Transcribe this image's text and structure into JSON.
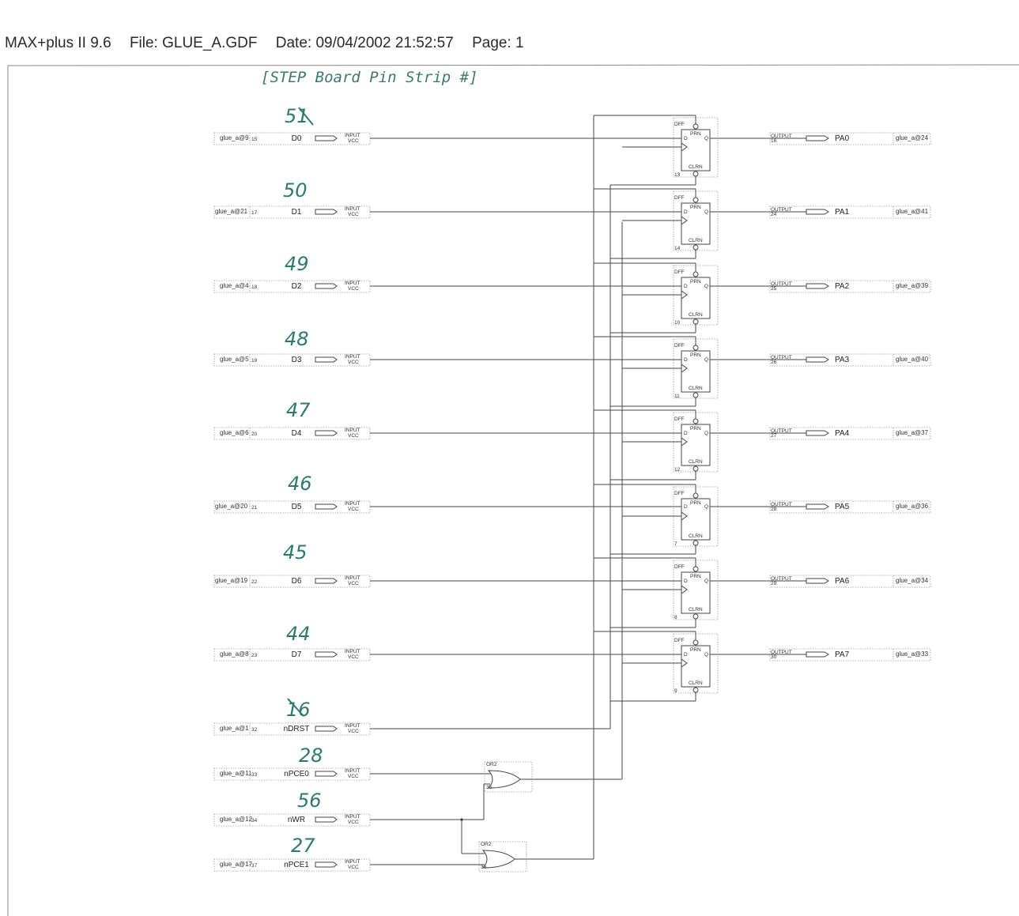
{
  "header": {
    "app": "MAX+plus II 9.6",
    "file": "File: GLUE_A.GDF",
    "date": "Date: 09/04/2002 21:52:57",
    "page": "Page: 1"
  },
  "handwritten_title": "[STEP Board Pin Strip #]",
  "inputs": [
    {
      "pin_label": "glue_a@9",
      "pin_num": "15",
      "name": "D0",
      "annot": "51"
    },
    {
      "pin_label": "glue_a@21",
      "pin_num": "17",
      "name": "D1",
      "annot": "50"
    },
    {
      "pin_label": "glue_a@4",
      "pin_num": "18",
      "name": "D2",
      "annot": "49"
    },
    {
      "pin_label": "glue_a@5",
      "pin_num": "19",
      "name": "D3",
      "annot": "48"
    },
    {
      "pin_label": "glue_a@6",
      "pin_num": "20",
      "name": "D4",
      "annot": "47"
    },
    {
      "pin_label": "glue_a@20",
      "pin_num": "21",
      "name": "D5",
      "annot": "46"
    },
    {
      "pin_label": "glue_a@19",
      "pin_num": "22",
      "name": "D6",
      "annot": "45"
    },
    {
      "pin_label": "glue_a@8",
      "pin_num": "23",
      "name": "D7",
      "annot": "44"
    },
    {
      "pin_label": "glue_a@1",
      "pin_num": "32",
      "name": "nDRST",
      "annot": "16"
    },
    {
      "pin_label": "glue_a@11",
      "pin_num": "33",
      "name": "nPCE0",
      "annot": "28"
    },
    {
      "pin_label": "glue_a@12",
      "pin_num": "34",
      "name": "nWR",
      "annot": "56"
    },
    {
      "pin_label": "glue_a@17",
      "pin_num": "37",
      "name": "nPCE1",
      "annot": "27"
    }
  ],
  "input_prim": {
    "type": "INPUT",
    "sub": "VCC"
  },
  "output_prim": {
    "type": "OUTPUT"
  },
  "flipflops": [
    {
      "num": "13"
    },
    {
      "num": "14"
    },
    {
      "num": "10"
    },
    {
      "num": "11"
    },
    {
      "num": "12"
    },
    {
      "num": "7"
    },
    {
      "num": "8"
    },
    {
      "num": "9"
    }
  ],
  "dff": {
    "type": "DFF",
    "prn": "PRN",
    "clrn": "CLRN",
    "d": "D",
    "q": "Q"
  },
  "outputs": [
    {
      "name": "PA0",
      "pin_num": "16",
      "pin_label": "glue_a@24"
    },
    {
      "name": "PA1",
      "pin_num": "24",
      "pin_label": "glue_a@41"
    },
    {
      "name": "PA2",
      "pin_num": "25",
      "pin_label": "glue_a@39"
    },
    {
      "name": "PA3",
      "pin_num": "26",
      "pin_label": "glue_a@40"
    },
    {
      "name": "PA4",
      "pin_num": "27",
      "pin_label": "glue_a@37"
    },
    {
      "name": "PA5",
      "pin_num": "28",
      "pin_label": "glue_a@36"
    },
    {
      "name": "PA6",
      "pin_num": "29",
      "pin_label": "glue_a@34"
    },
    {
      "name": "PA7",
      "pin_num": "30",
      "pin_label": "glue_a@33"
    }
  ],
  "gates": [
    {
      "type": "OR2",
      "num": "35"
    },
    {
      "type": "OR2",
      "num": "36"
    }
  ]
}
